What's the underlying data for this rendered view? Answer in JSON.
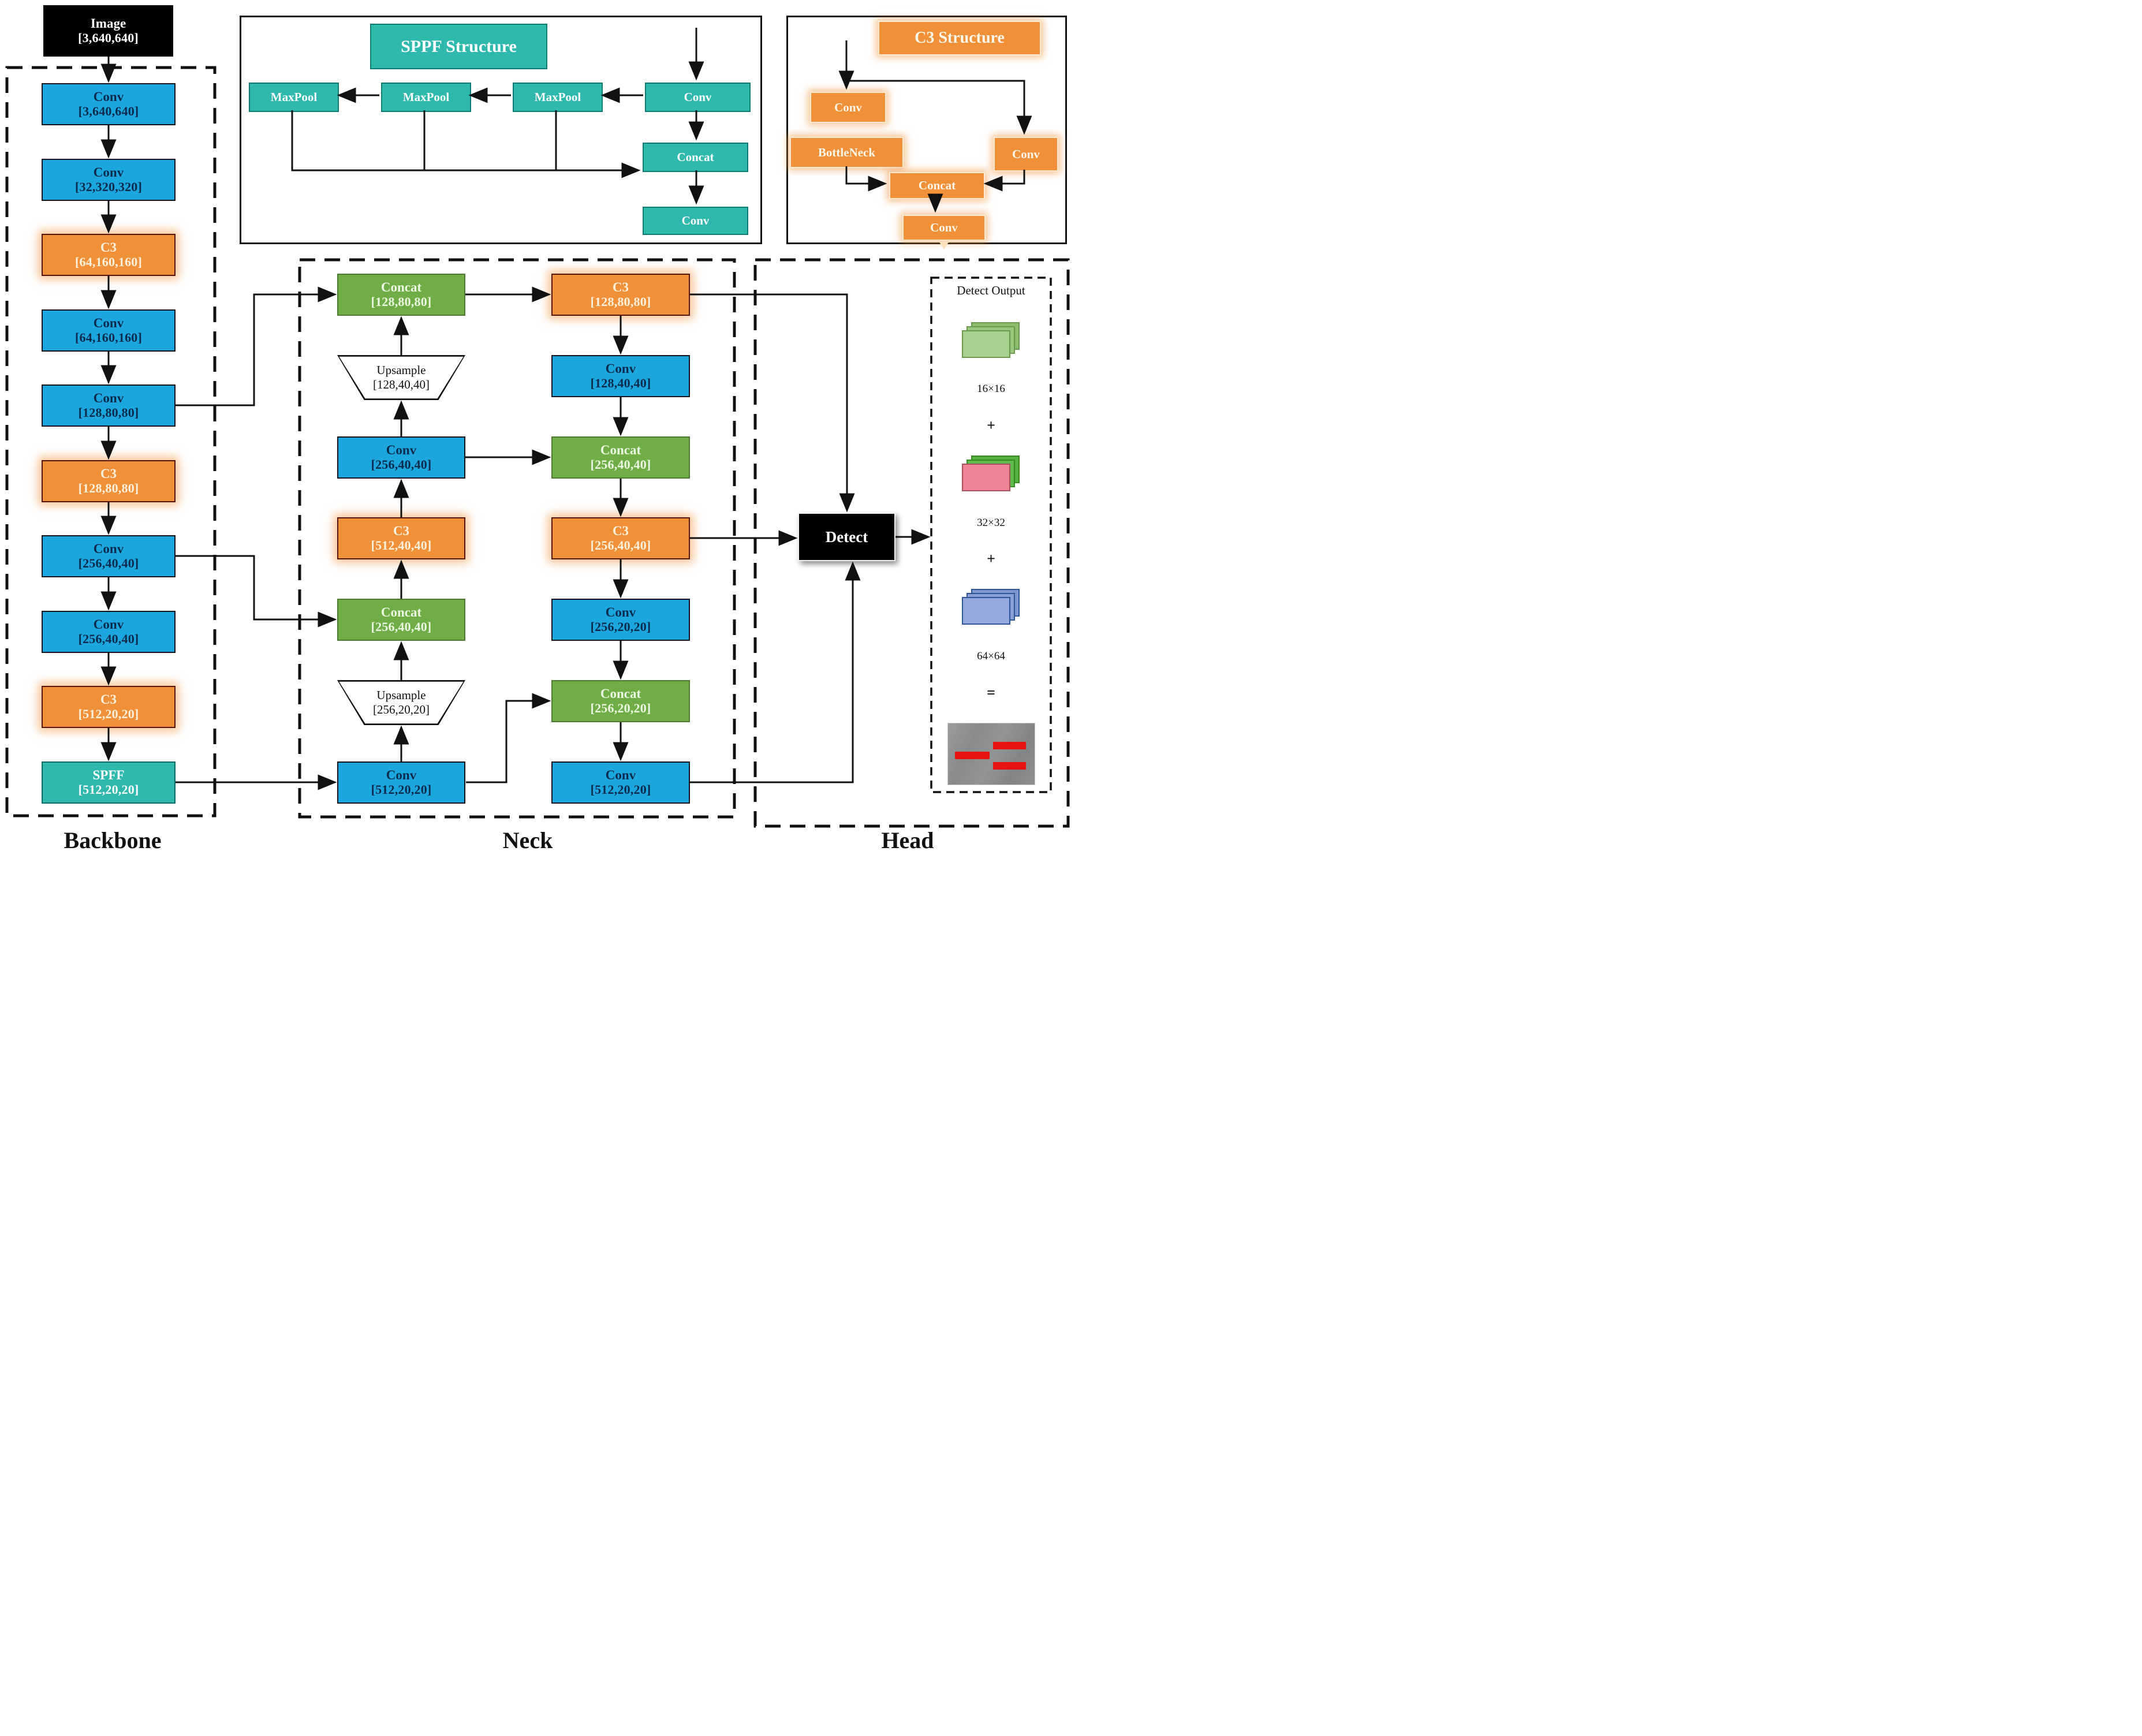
{
  "backbone": {
    "label": "Backbone",
    "input": {
      "name": "Image",
      "shape": "[3,640,640]"
    },
    "blocks": [
      {
        "name": "Conv",
        "shape": "[3,640,640]",
        "color": "blue"
      },
      {
        "name": "Conv",
        "shape": "[32,320,320]",
        "color": "blue"
      },
      {
        "name": "C3",
        "shape": "[64,160,160]",
        "color": "orange"
      },
      {
        "name": "Conv",
        "shape": "[64,160,160]",
        "color": "blue"
      },
      {
        "name": "Conv",
        "shape": "[128,80,80]",
        "color": "blue"
      },
      {
        "name": "C3",
        "shape": "[128,80,80]",
        "color": "orange"
      },
      {
        "name": "Conv",
        "shape": "[256,40,40]",
        "color": "blue"
      },
      {
        "name": "Conv",
        "shape": "[256,40,40]",
        "color": "blue"
      },
      {
        "name": "C3",
        "shape": "[512,20,20]",
        "color": "orange"
      },
      {
        "name": "SPFF",
        "shape": "[512,20,20]",
        "color": "teal"
      }
    ]
  },
  "sppf": {
    "title": "SPPF Structure",
    "maxpool_label": "MaxPool",
    "conv_in": "Conv",
    "concat": "Concat",
    "conv_out": "Conv"
  },
  "c3": {
    "title": "C3 Structure",
    "conv1": "Conv",
    "bottleneck": "BottleNeck",
    "conv2": "Conv",
    "concat": "Concat",
    "conv3": "Conv"
  },
  "neck": {
    "label": "Neck",
    "left": [
      {
        "name": "Concat",
        "shape": "[128,80,80]",
        "color": "green"
      },
      {
        "name": "Upsample",
        "shape": "[128,40,40]",
        "color": "white"
      },
      {
        "name": "Conv",
        "shape": "[256,40,40]",
        "color": "blue"
      },
      {
        "name": "C3",
        "shape": "[512,40,40]",
        "color": "orange"
      },
      {
        "name": "Concat",
        "shape": "[256,40,40]",
        "color": "green"
      },
      {
        "name": "Upsample",
        "shape": "[256,20,20]",
        "color": "white"
      },
      {
        "name": "Conv",
        "shape": "[512,20,20]",
        "color": "blue"
      }
    ],
    "right": [
      {
        "name": "C3",
        "shape": "[128,80,80]",
        "color": "orange"
      },
      {
        "name": "Conv",
        "shape": "[128,40,40]",
        "color": "blue"
      },
      {
        "name": "Concat",
        "shape": "[256,40,40]",
        "color": "green"
      },
      {
        "name": "C3",
        "shape": "[256,40,40]",
        "color": "orange"
      },
      {
        "name": "Conv",
        "shape": "[256,20,20]",
        "color": "blue"
      },
      {
        "name": "Concat",
        "shape": "[256,20,20]",
        "color": "green"
      },
      {
        "name": "Conv",
        "shape": "[512,20,20]",
        "color": "blue"
      }
    ]
  },
  "head": {
    "label": "Head",
    "detect_label": "Detect",
    "output": {
      "title": "Detect Output",
      "scales": [
        "16×16",
        "32×32",
        "64×64"
      ],
      "plus": "+",
      "equals": "="
    }
  },
  "colors": {
    "blue": "#1ba6e0",
    "orange": "#f0913a",
    "teal": "#2fb8ac",
    "green": "#70ad47",
    "black": "#000000",
    "detection_box_red": "#e81212",
    "featuremap_green": "#a9d18e",
    "featuremap_pink": "#ee8496",
    "featuremap_blue": "#93a9dc"
  }
}
